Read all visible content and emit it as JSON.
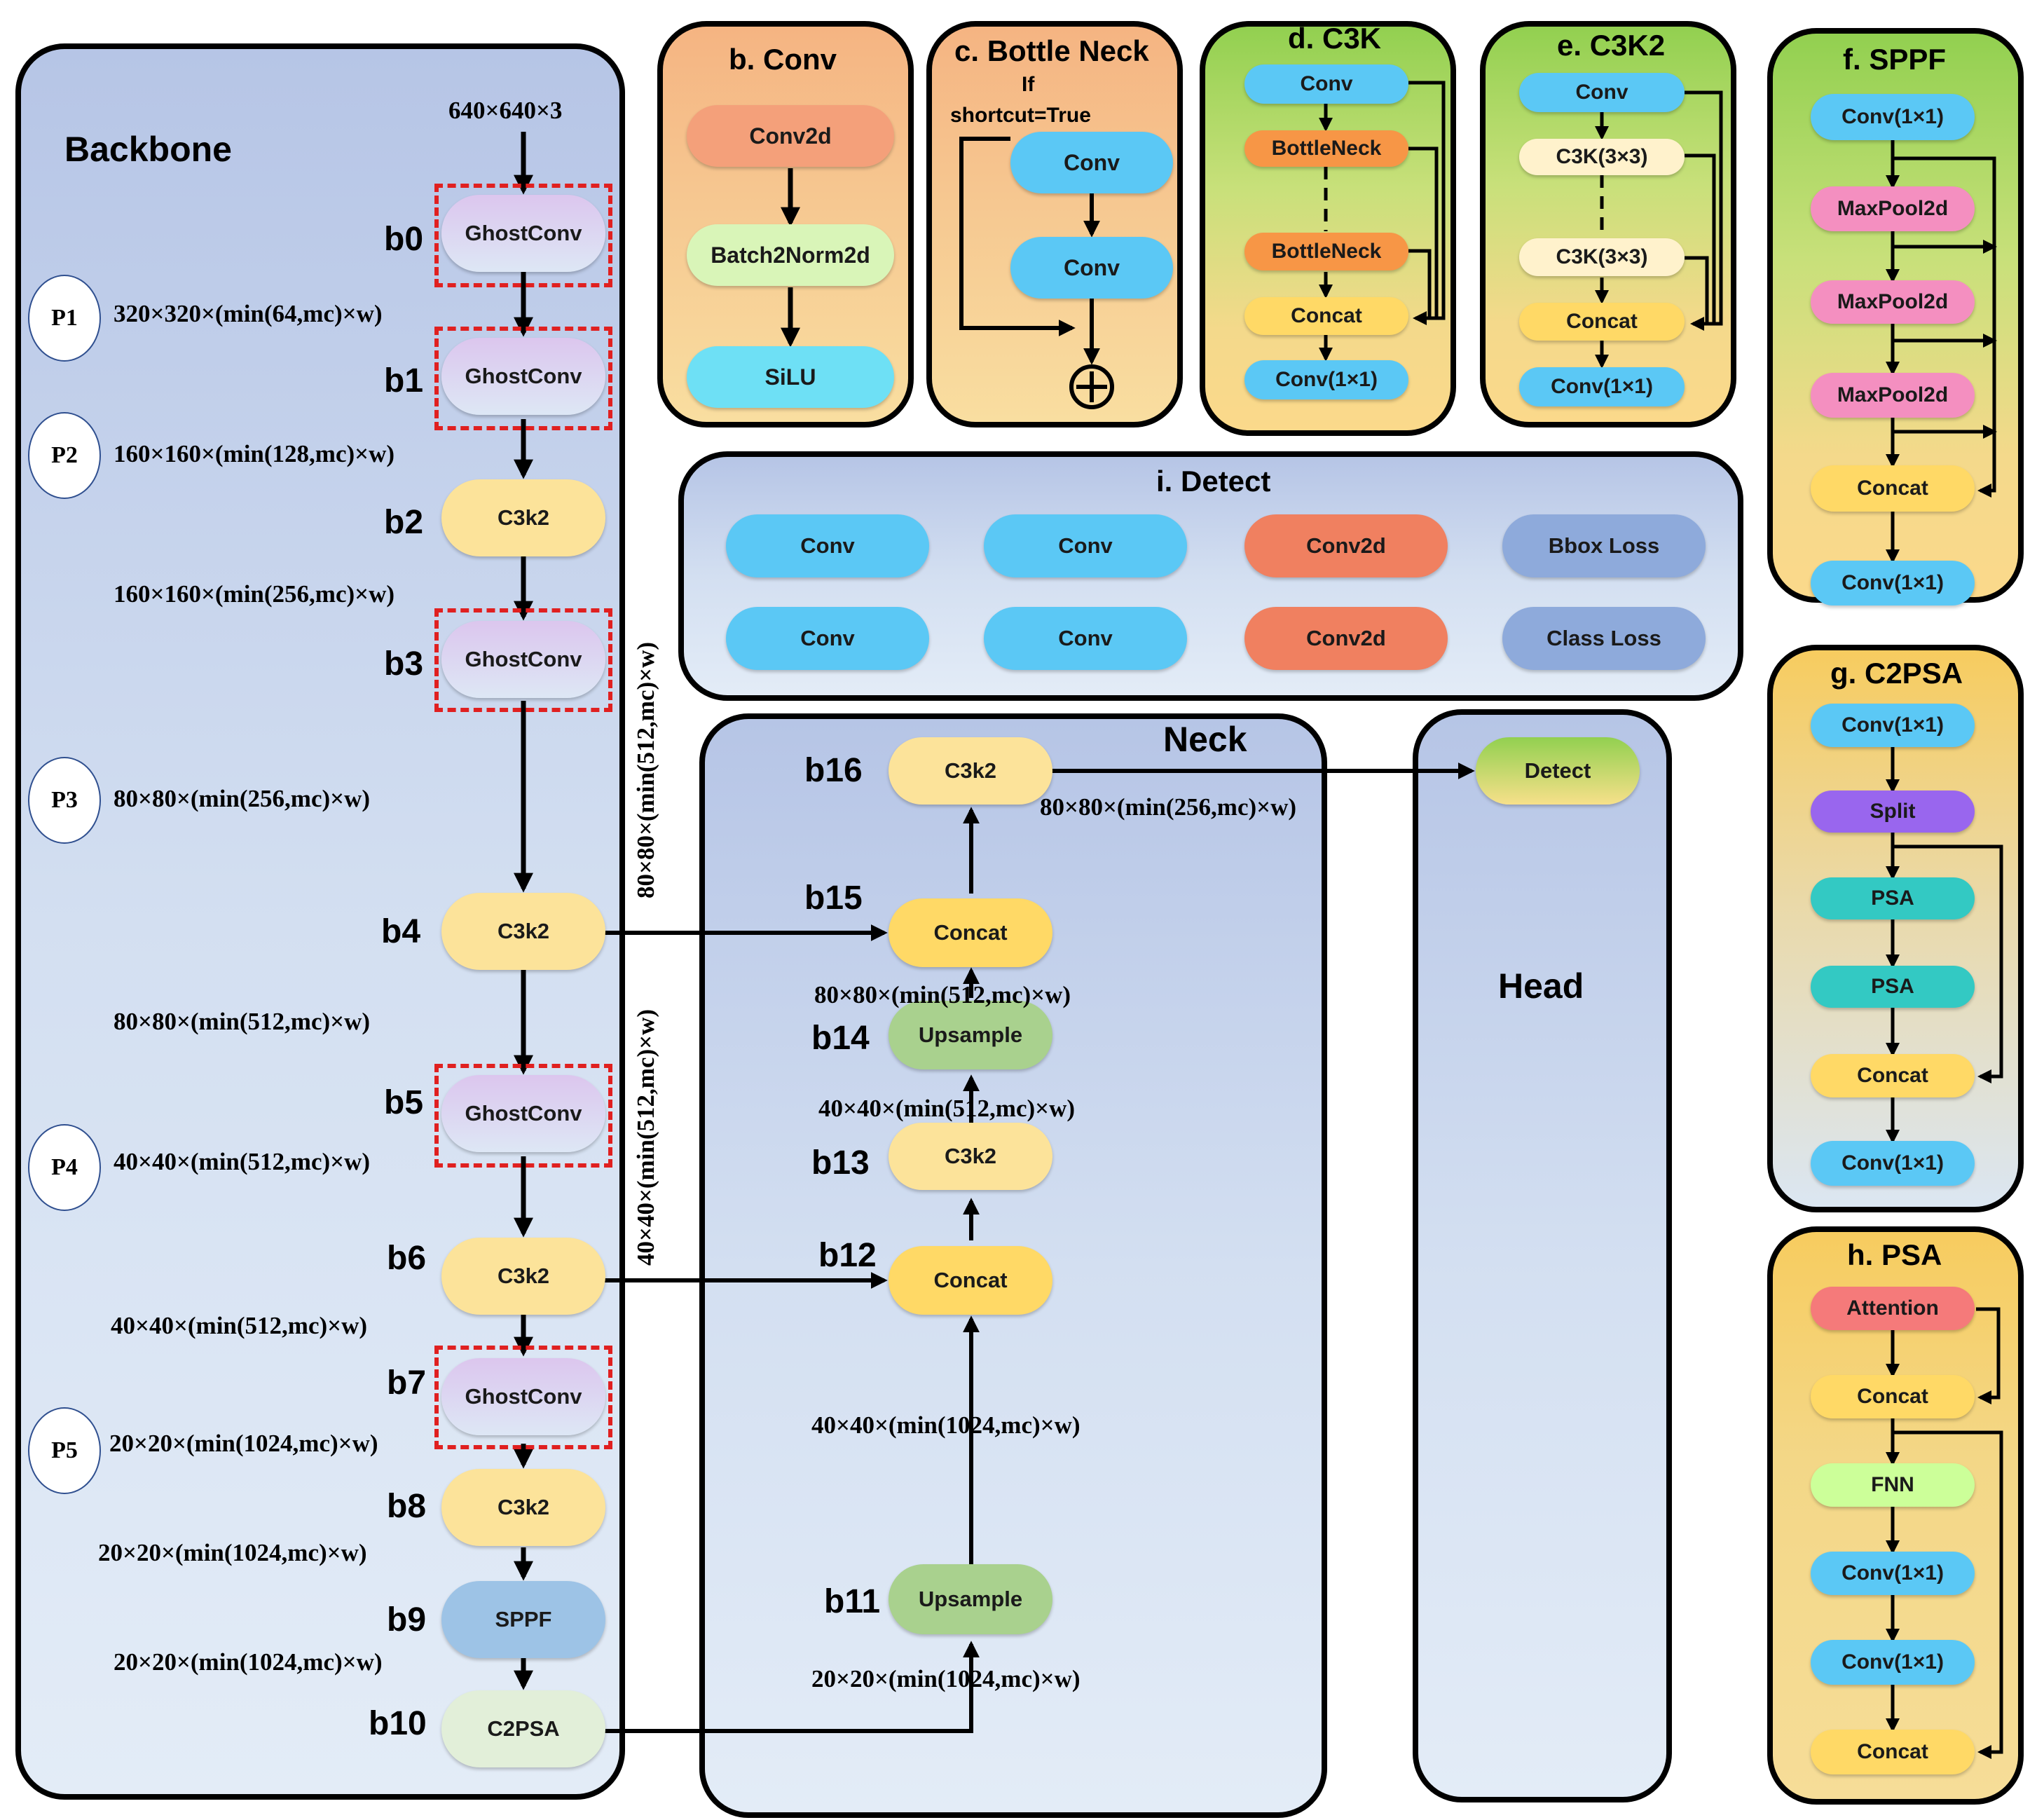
{
  "backbone": {
    "title": "Backbone",
    "input_size": "640×640×3",
    "blocks": [
      {
        "id": "b0",
        "label": "GhostConv"
      },
      {
        "id": "b1",
        "label": "GhostConv"
      },
      {
        "id": "b2",
        "label": "C3k2"
      },
      {
        "id": "b3",
        "label": "GhostConv"
      },
      {
        "id": "b4",
        "label": "C3k2"
      },
      {
        "id": "b5",
        "label": "GhostConv"
      },
      {
        "id": "b6",
        "label": "C3k2"
      },
      {
        "id": "b7",
        "label": "GhostConv"
      },
      {
        "id": "b8",
        "label": "C3k2"
      },
      {
        "id": "b9",
        "label": "SPPF"
      },
      {
        "id": "b10",
        "label": "C2PSA"
      }
    ],
    "p_levels": [
      "P1",
      "P2",
      "P3",
      "P4",
      "P5"
    ],
    "dims": [
      "320×320×(min(64,mc)×w)",
      "160×160×(min(128,mc)×w)",
      "160×160×(min(256,mc)×w)",
      "80×80×(min(256,mc)×w)",
      "80×80×(min(512,mc)×w)",
      "40×40×(min(512,mc)×w)",
      "40×40×(min(512,mc)×w)",
      "20×20×(min(1024,mc)×w)",
      "20×20×(min(1024,mc)×w)",
      "20×20×(min(1024,mc)×w)"
    ],
    "side_dims": [
      "80×80×(min(512,mc)×w)",
      "40×40×(min(512,mc)×w)"
    ]
  },
  "neck": {
    "title": "Neck",
    "blocks": [
      {
        "id": "b11",
        "label": "Upsample"
      },
      {
        "id": "b12",
        "label": "Concat"
      },
      {
        "id": "b13",
        "label": "C3k2"
      },
      {
        "id": "b14",
        "label": "Upsample"
      },
      {
        "id": "b15",
        "label": "Concat"
      },
      {
        "id": "b16",
        "label": "C3k2"
      }
    ],
    "dims": [
      "20×20×(min(1024,mc)×w)",
      "40×40×(min(1024,mc)×w)",
      "40×40×(min(512,mc)×w)",
      "80×80×(min(512,mc)×w)",
      "80×80×(min(256,mc)×w)"
    ]
  },
  "head": {
    "title": "Head",
    "detect": "Detect"
  },
  "conv": {
    "title": "b. Conv",
    "items": [
      "Conv2d",
      "Batch2Norm2d",
      "SiLU"
    ]
  },
  "bottleneck": {
    "title": "c. Bottle Neck",
    "condition_line1": "If",
    "condition_line2": "shortcut=True",
    "items": [
      "Conv",
      "Conv"
    ]
  },
  "c3k": {
    "title": "d. C3K",
    "items": [
      "Conv",
      "BottleNeck",
      "BottleNeck",
      "Concat",
      "Conv(1×1)"
    ]
  },
  "c3k2": {
    "title": "e. C3K2",
    "items": [
      "Conv",
      "C3K(3×3)",
      "C3K(3×3)",
      "Concat",
      "Conv(1×1)"
    ]
  },
  "sppf": {
    "title": "f. SPPF",
    "items": [
      "Conv(1×1)",
      "MaxPool2d",
      "MaxPool2d",
      "MaxPool2d",
      "Concat",
      "Conv(1×1)"
    ]
  },
  "c2psa": {
    "title": "g. C2PSA",
    "items": [
      "Conv(1×1)",
      "Split",
      "PSA",
      "PSA",
      "Concat",
      "Conv(1×1)"
    ]
  },
  "psa": {
    "title": "h. PSA",
    "items": [
      "Attention",
      "Concat",
      "FNN",
      "Conv(1×1)",
      "Conv(1×1)",
      "Concat"
    ]
  },
  "detect": {
    "title": "i. Detect",
    "row1": [
      "Conv",
      "Conv",
      "Conv2d",
      "Bbox Loss"
    ],
    "row2": [
      "Conv",
      "Conv",
      "Conv2d",
      "Class Loss"
    ]
  },
  "colors": {
    "ghost": "#dcc6ee",
    "c3k2": "#fce39a",
    "sppf": "#9dc3e6",
    "c2psa": "#e2efd9",
    "upsample": "#a9d18e",
    "concat": "#ffd966",
    "conv_blue": "#5bc8f5",
    "conv2d_orange": "#f4a07a",
    "batchnorm": "#d9f5b8",
    "silu": "#6ee0f5",
    "bottleneck_orange": "#f79646",
    "c3k_light": "#fff2cc",
    "maxpool": "#f48fc0",
    "split": "#9966ee",
    "psa": "#33c9c3",
    "attention": "#f57a7a",
    "fnn": "#ccff99",
    "detect_conv2d": "#f08060",
    "loss": "#8eaadb",
    "dash_red": "#e02020"
  }
}
